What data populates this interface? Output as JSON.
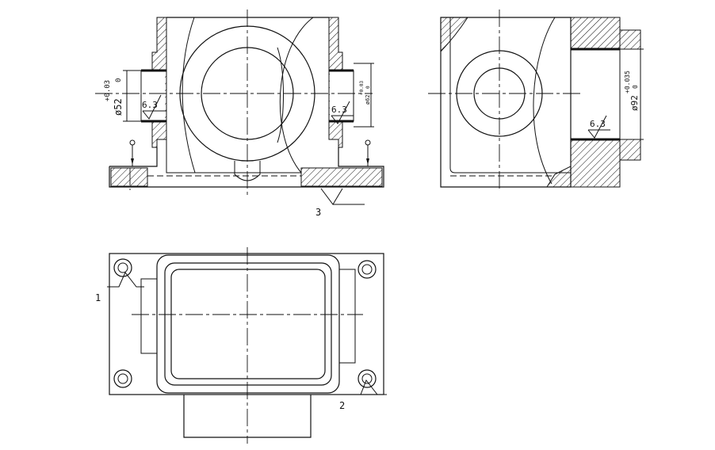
{
  "views": {
    "front": {
      "dim_bore": "ø52",
      "dim_bore_tol_upper": "+0.03",
      "dim_bore_tol_lower": "0",
      "dim_bore_right": "ø62",
      "dim_bore_right_tol_upper": "+0.03",
      "dim_bore_right_tol_lower": "0",
      "roughness_left": "6.3",
      "roughness_right": "6.3"
    },
    "side": {
      "dim_bore": "ø92",
      "dim_bore_tol_upper": "+0.035",
      "dim_bore_tol_lower": "0",
      "roughness": "6.3"
    },
    "plan": {}
  },
  "callouts": {
    "label_1": "1",
    "label_2": "2",
    "label_3": "3"
  }
}
